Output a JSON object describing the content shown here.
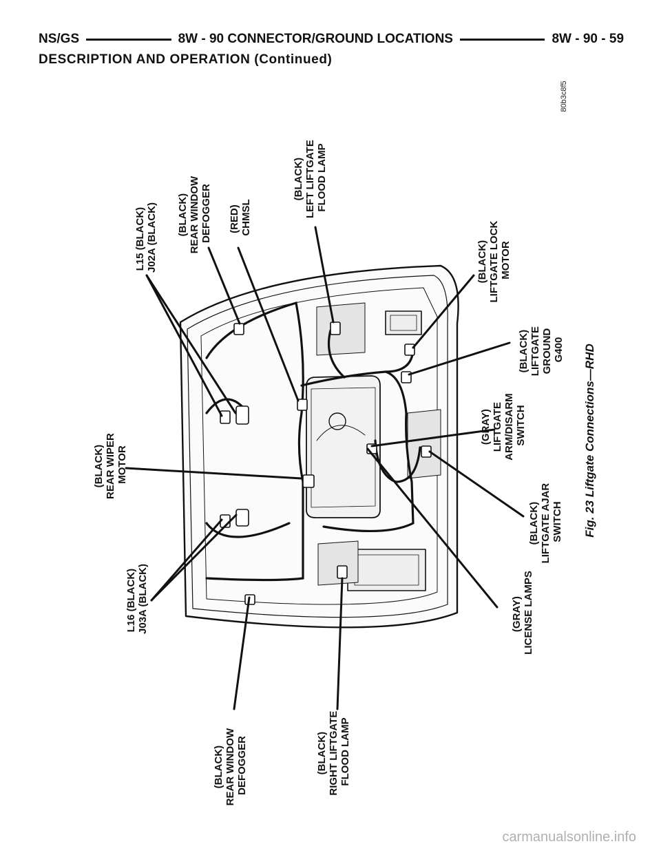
{
  "header": {
    "left": "NS/GS",
    "center": "8W - 90 CONNECTOR/GROUND LOCATIONS",
    "right": "8W - 90 - 59"
  },
  "subtitle": "DESCRIPTION AND OPERATION (Continued)",
  "figure": {
    "code": "80b3c8f5",
    "caption": "Fig. 23 Liftgate Connections—RHD",
    "labels": {
      "rear_wiper_motor": [
        "(BLACK)",
        "REAR WIPER",
        "MOTOR"
      ],
      "l15_j02a": [
        "L15 (BLACK)",
        "J02A (BLACK)"
      ],
      "rear_window_defogger_top": [
        "(BLACK)",
        "REAR WINDOW",
        "DEFOGGER"
      ],
      "chmsl": [
        "(RED)",
        "CHMSL"
      ],
      "left_liftgate_flood_lamp": [
        "(BLACK)",
        "LEFT LIFTGATE",
        "FLOOD LAMP"
      ],
      "liftgate_lock_motor": [
        "(BLACK)",
        "LIFTGATE LOCK",
        "MOTOR"
      ],
      "liftgate_ground": [
        "(BLACK)",
        "LIFTGATE",
        "GROUND",
        "G400"
      ],
      "arm_disarm_switch": [
        "(GRAY)",
        "LIFTGATE",
        "ARM/DISARM",
        "SWITCH"
      ],
      "liftgate_ajar_switch": [
        "(BLACK)",
        "LIFTGATE AJAR",
        "SWITCH"
      ],
      "license_lamps": [
        "(GRAY)",
        "LICENSE LAMPS"
      ],
      "l16_j03a": [
        "L16 (BLACK)",
        "J03A (BLACK)"
      ],
      "rear_window_defogger_bottom": [
        "(BLACK)",
        "REAR WINDOW",
        "DEFOGGER"
      ],
      "right_liftgate_flood_lamp": [
        "(BLACK)",
        "RIGHT LIFTGATE",
        "FLOOD LAMP"
      ]
    }
  },
  "watermark": "carmanualsonline.info"
}
